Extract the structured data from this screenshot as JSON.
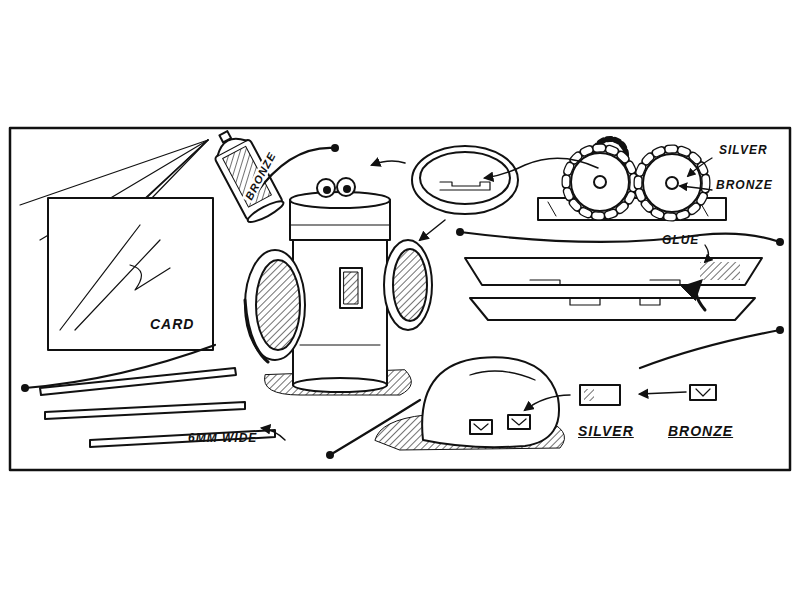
{
  "diagram": {
    "labels": [
      "BRONZE",
      "CARD",
      "6MM WIDE",
      "SILVER",
      "BRONZE",
      "GLUE",
      "SILVER",
      "BRONZE"
    ]
  }
}
